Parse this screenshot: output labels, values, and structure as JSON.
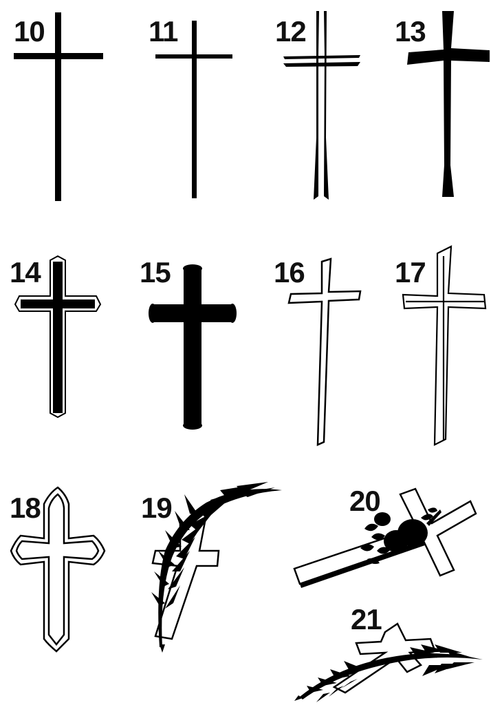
{
  "catalog": {
    "items": [
      {
        "number": "10",
        "icon": "plain-cross-icon"
      },
      {
        "number": "11",
        "icon": "thin-cross-icon"
      },
      {
        "number": "12",
        "icon": "double-line-cross-icon"
      },
      {
        "number": "13",
        "icon": "flared-cross-icon"
      },
      {
        "number": "14",
        "icon": "framed-cross-icon"
      },
      {
        "number": "15",
        "icon": "rounded-end-cross-icon"
      },
      {
        "number": "16",
        "icon": "outline-cross-icon"
      },
      {
        "number": "17",
        "icon": "double-outline-cross-icon"
      },
      {
        "number": "18",
        "icon": "budded-cross-icon"
      },
      {
        "number": "19",
        "icon": "cross-with-palm-icon"
      },
      {
        "number": "20",
        "icon": "cross-with-rose-icon"
      },
      {
        "number": "21",
        "icon": "cross-with-palm-branch-icon"
      }
    ]
  },
  "colors": {
    "ink": "#000000",
    "paper": "#ffffff"
  }
}
